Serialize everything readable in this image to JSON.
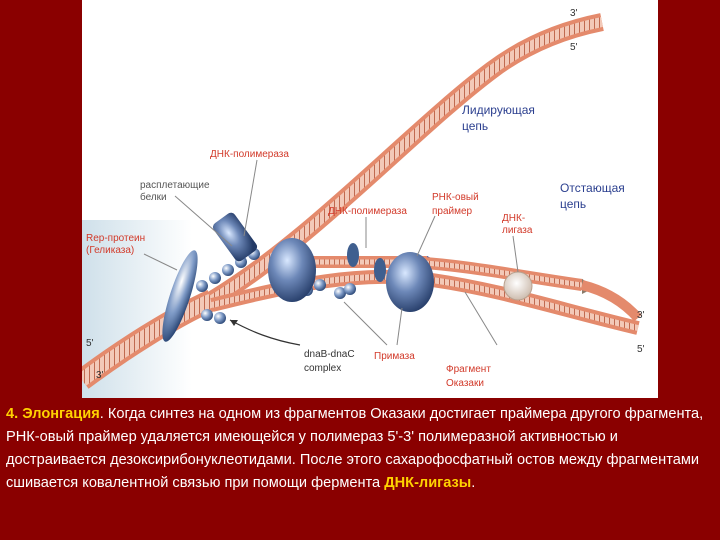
{
  "labels": {
    "end_top_3": "3'",
    "end_top_5": "5'",
    "leading_strand_line1": "Лидирующая",
    "leading_strand_line2": "цепь",
    "lagging_strand_line1": "Отстающая",
    "lagging_strand_line2": "цепь",
    "dna_polymerase_top": "ДНК-полимераза",
    "ssb_line1": "расплетающие",
    "ssb_line2": "белки",
    "dna_polymerase_mid": "ДНК-полимераза",
    "rna_primer_line1": "РНК-овый",
    "rna_primer_line2": "праймер",
    "dna_ligase_line1": "ДНК-",
    "dna_ligase_line2": "лигаза",
    "rep_protein_line1": "Rep-протеин",
    "rep_protein_line2": "(Геликаза)",
    "end_left_5": "5'",
    "end_left_3": "3'",
    "end_right_3": "3'",
    "end_right_5": "5'",
    "dnab_line1": "dnaB-dnaC",
    "dnab_line2": "complex",
    "primase": "Примаза",
    "okazaki_line1": "Фрагмент",
    "okazaki_line2": "Оказаки"
  },
  "caption": {
    "step": "4. Элонгация",
    "part1": ". Когда синтез на одном из фрагментов Оказаки достигает праймера другого фрагмента, РНК-овый праймер удаляется имеющейся у полимераз 5'-3' полимеразной активностью и достраивается дезоксирибонуклеотидами. После этого сахарофосфатный остов между фрагментами сшивается ковалентной связью при помощи фермента ",
    "enzyme": "ДНК-лигазы",
    "part2": "."
  },
  "colors": {
    "background": "#8a0000",
    "strand": "#e48a6c",
    "protein_blue": "#3f5f8f",
    "label_red": "#d23a2a",
    "label_blue": "#2b3f8f",
    "highlight": "#ffd200"
  }
}
